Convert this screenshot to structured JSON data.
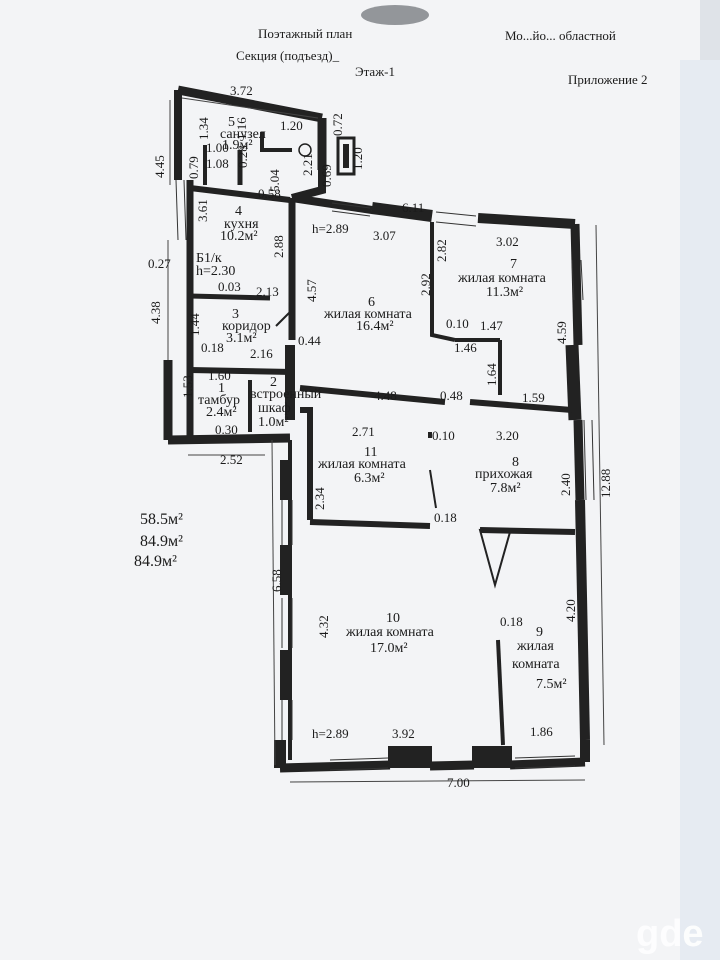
{
  "header": {
    "stamp_text": "Мо...йо... областной",
    "title": "Поэтажный план",
    "section": "Секция (подъезд)_",
    "floor": "Этаж-1",
    "appendix": "Приложение 2"
  },
  "dims": [
    "3.72",
    "4.45",
    "4.38",
    "0.27",
    "1.34",
    "1.20",
    "1.16",
    "1.00",
    "0.28",
    "0.79",
    "1.08",
    "5.04",
    "0.58",
    "2.21",
    "0.72",
    "1.20",
    "0.69",
    "3.61",
    "2.88",
    "0.03",
    "2.13",
    "1.44",
    "0.44",
    "0.18",
    "2.16",
    "1.60",
    "1.53",
    "0.30",
    "2.52",
    "h=2.89",
    "3.07",
    "6.11",
    "3.02",
    "4.57",
    "2.92",
    "2.82",
    "0.10",
    "1.47",
    "1.46",
    "4.59",
    "1.64",
    "4.48",
    "0.48",
    "1.59",
    "2.71",
    "0.10",
    "3.20",
    "2.34",
    "0.18",
    "2.40",
    "12.88",
    "6.58",
    "4.32",
    "0.18",
    "4.20",
    "h=2.89",
    "3.92",
    "1.86",
    "7.00"
  ],
  "rooms": [
    {
      "number": "5",
      "name": "санузел",
      "area": "1.9м²"
    },
    {
      "number": "4",
      "name": "кухня",
      "area": "10.2м²"
    },
    {
      "name": "Б1/к",
      "height": "h=2.30"
    },
    {
      "number": "3",
      "name": "коридор",
      "area": "3.1м²"
    },
    {
      "number": "1",
      "name": "тамбур",
      "area": "2.4м²"
    },
    {
      "number": "2",
      "name": "встроенный",
      "name2": "шкаф",
      "area": "1.0м²"
    },
    {
      "number": "6",
      "name": "жилая комната",
      "area": "16.4м²"
    },
    {
      "number": "7",
      "name": "жилая комната",
      "area": "11.3м²"
    },
    {
      "number": "11",
      "name": "жилая комната",
      "area": "6.3м²"
    },
    {
      "number": "8",
      "name": "прихожая",
      "area": "7.8м²"
    },
    {
      "number": "10",
      "name": "жилая комната",
      "area": "17.0м²"
    },
    {
      "number": "9",
      "name": "жилая",
      "name2": "комната",
      "area": "7.5м²"
    }
  ],
  "totals": [
    "58.5м²",
    "84.9м²",
    "84.9м²"
  ],
  "watermark": "gde"
}
